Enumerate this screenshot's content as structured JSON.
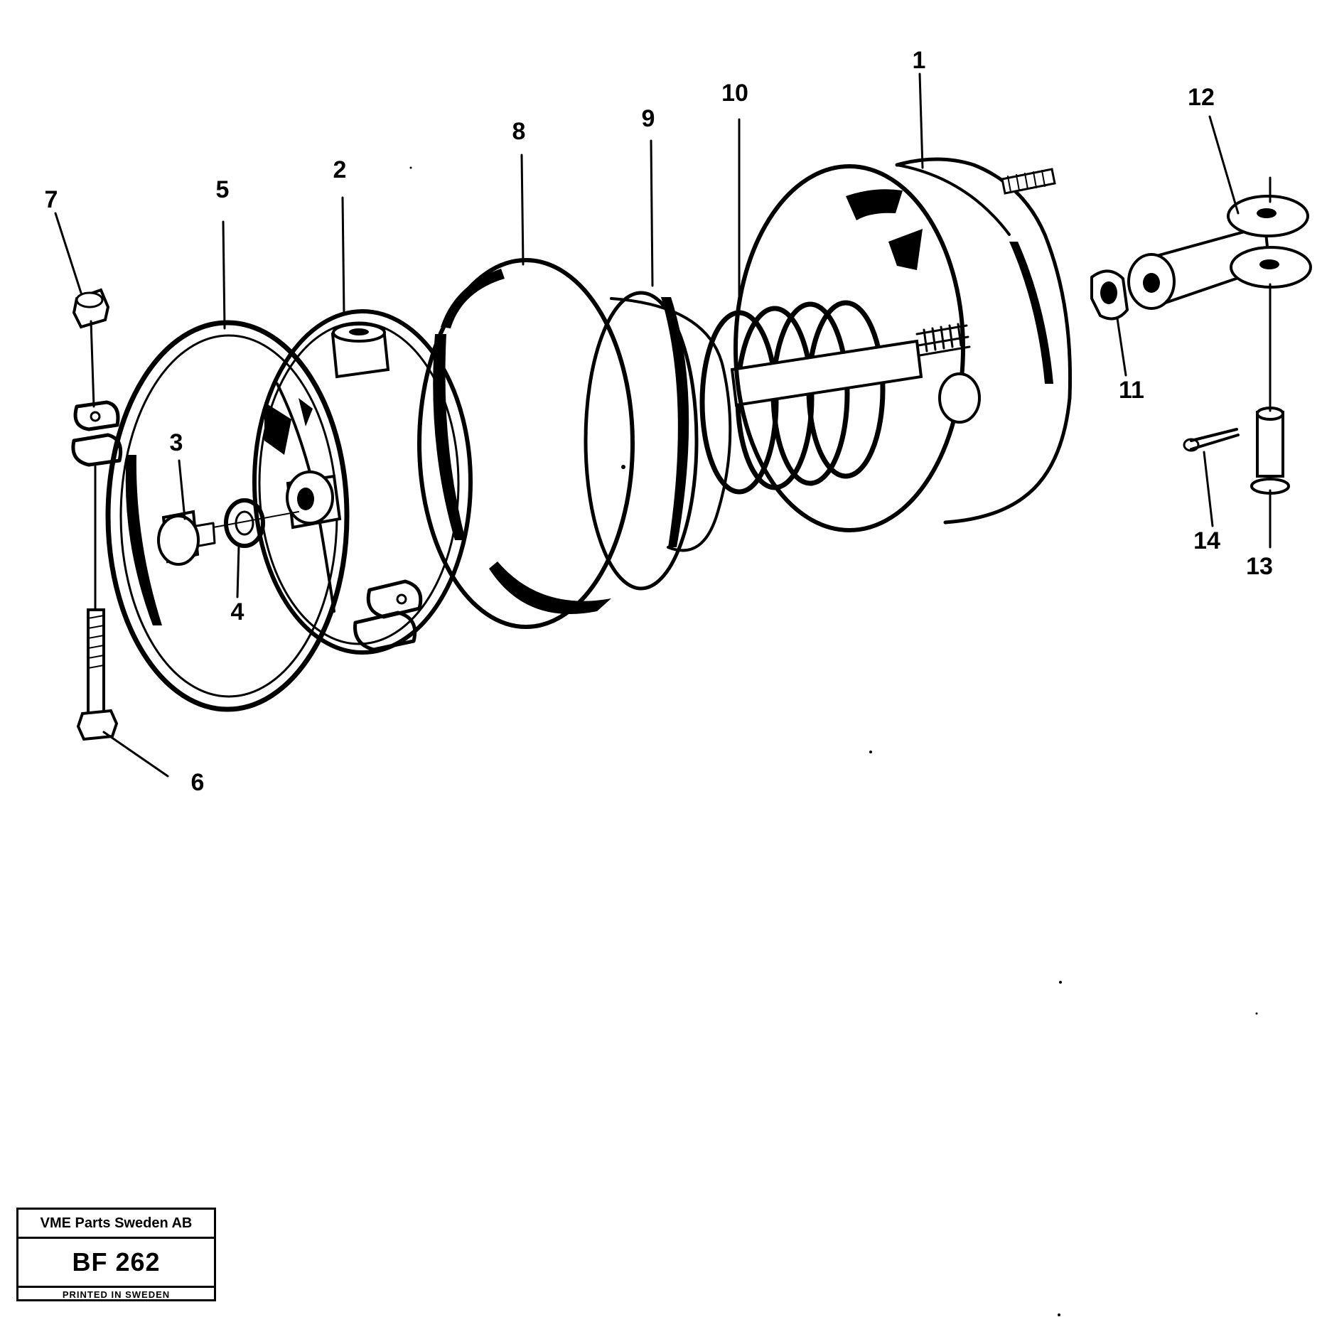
{
  "diagram": {
    "callouts": [
      {
        "id": "1",
        "text": "1"
      },
      {
        "id": "2",
        "text": "2"
      },
      {
        "id": "3",
        "text": "3"
      },
      {
        "id": "4",
        "text": "4"
      },
      {
        "id": "5",
        "text": "5"
      },
      {
        "id": "6",
        "text": "6"
      },
      {
        "id": "7",
        "text": "7"
      },
      {
        "id": "8",
        "text": "8"
      },
      {
        "id": "9",
        "text": "9"
      },
      {
        "id": "10",
        "text": "10"
      },
      {
        "id": "11",
        "text": "11"
      },
      {
        "id": "12",
        "text": "12"
      },
      {
        "id": "13",
        "text": "13"
      },
      {
        "id": "14",
        "text": "14"
      }
    ]
  },
  "titleblock": {
    "company": "VME Parts Sweden AB",
    "code": "BF 262",
    "printed": "PRINTED IN SWEDEN"
  }
}
